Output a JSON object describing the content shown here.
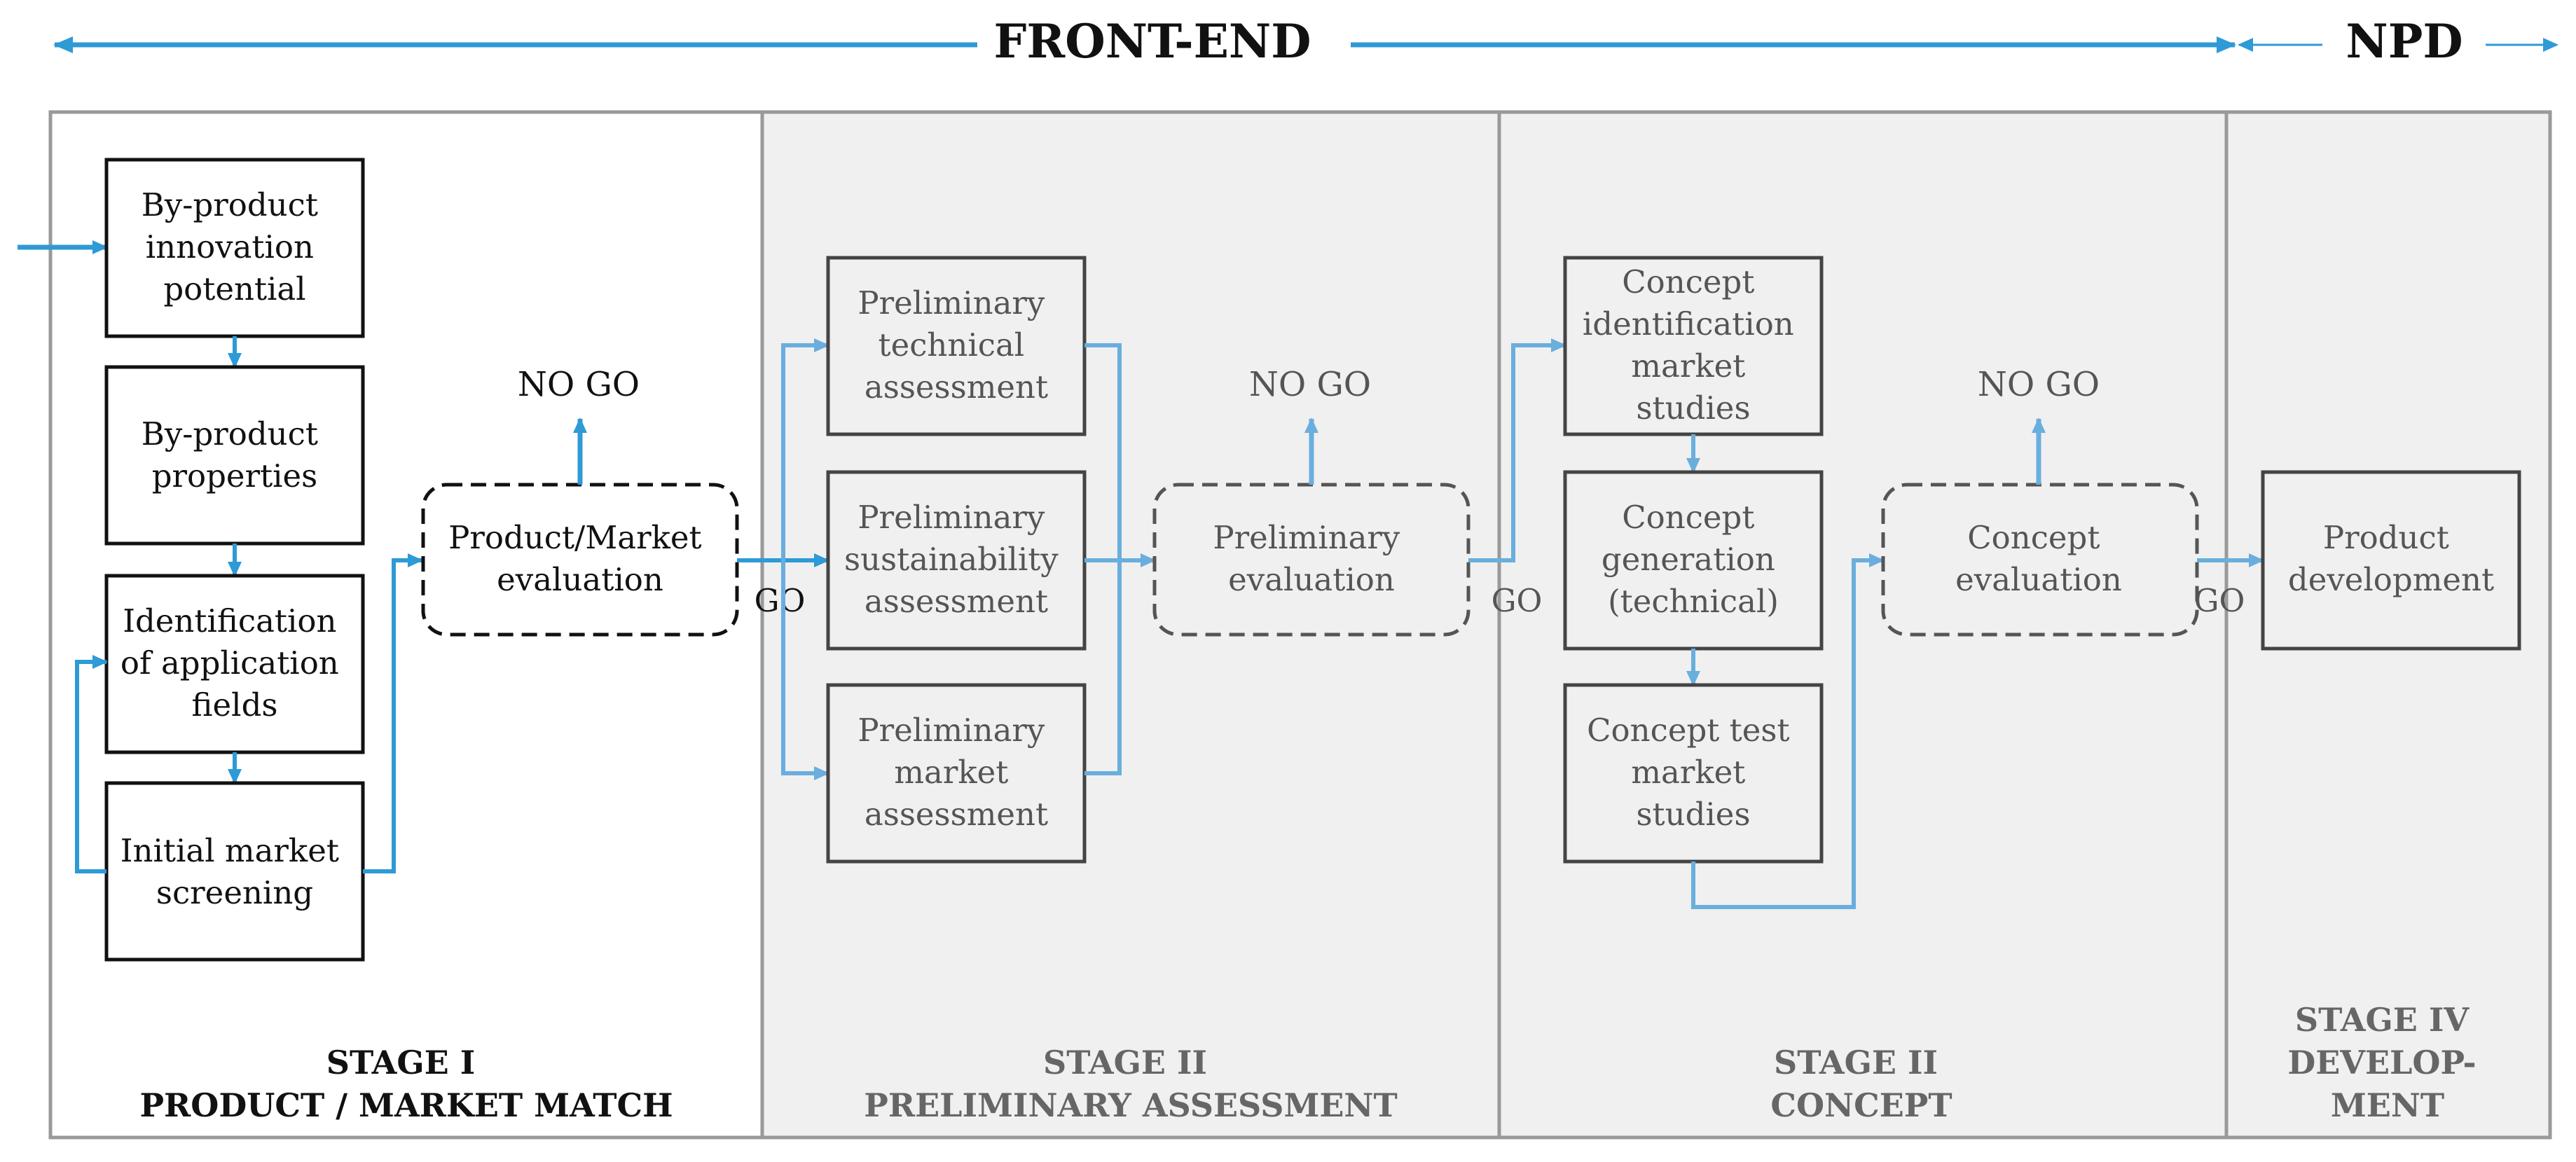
{
  "header": {
    "front_end": "FRONT-END",
    "npd": "NPD"
  },
  "stage1": {
    "boxes": [
      [
        "By-product",
        "innovation",
        "potential"
      ],
      [
        "By-product",
        "properties"
      ],
      [
        "Identification",
        "of application",
        "fields"
      ],
      [
        "Initial market",
        "screening"
      ]
    ],
    "evaluation": [
      "Product/Market",
      "evaluation"
    ],
    "no_go": "NO GO",
    "go": "GO",
    "label": [
      "STAGE I",
      "PRODUCT / MARKET MATCH"
    ]
  },
  "stage2": {
    "boxes": [
      [
        "Preliminary",
        "technical",
        "assessment"
      ],
      [
        "Preliminary",
        "sustainability",
        "assessment"
      ],
      [
        "Preliminary",
        "market",
        "assessment"
      ]
    ],
    "evaluation": [
      "Preliminary",
      "evaluation"
    ],
    "no_go": "NO GO",
    "go": "GO",
    "label": [
      "STAGE II",
      "PRELIMINARY ASSESSMENT"
    ]
  },
  "stage3": {
    "boxes": [
      [
        "Concept",
        "identification",
        "market",
        "studies"
      ],
      [
        "Concept",
        "generation",
        "(technical)"
      ],
      [
        "Concept test",
        "market",
        "studies"
      ]
    ],
    "evaluation": [
      "Concept",
      "evaluation"
    ],
    "no_go": "NO GO",
    "go": "GO",
    "label": [
      "STAGE II",
      "CONCEPT"
    ]
  },
  "stage4": {
    "box": [
      "Product",
      "development"
    ],
    "label": [
      "STAGE IV",
      "DEVELOP-",
      "MENT"
    ]
  },
  "colors": {
    "arrow_primary": "#2e9ad6",
    "arrow_secondary": "#6aaede",
    "panel_grey": "#f0f0f0",
    "panel_border": "#999999"
  }
}
